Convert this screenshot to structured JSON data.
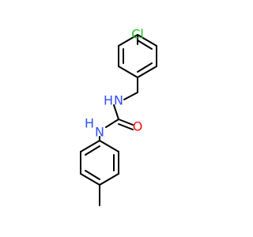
{
  "molecule": {
    "atoms": {
      "chlorine": {
        "label": "Cl",
        "color": "#1fbf1f"
      },
      "amide_nh_top": {
        "label": "N",
        "color": "#3050f8"
      },
      "amide_h_top": {
        "label": "H",
        "color": "#3050f8"
      },
      "amide_nh_left": {
        "label": "N",
        "color": "#3050f8"
      },
      "amide_h_left": {
        "label": "H",
        "color": "#3050f8"
      },
      "carbonyl_oxygen": {
        "label": "O",
        "color": "#ff0d0d"
      }
    }
  }
}
